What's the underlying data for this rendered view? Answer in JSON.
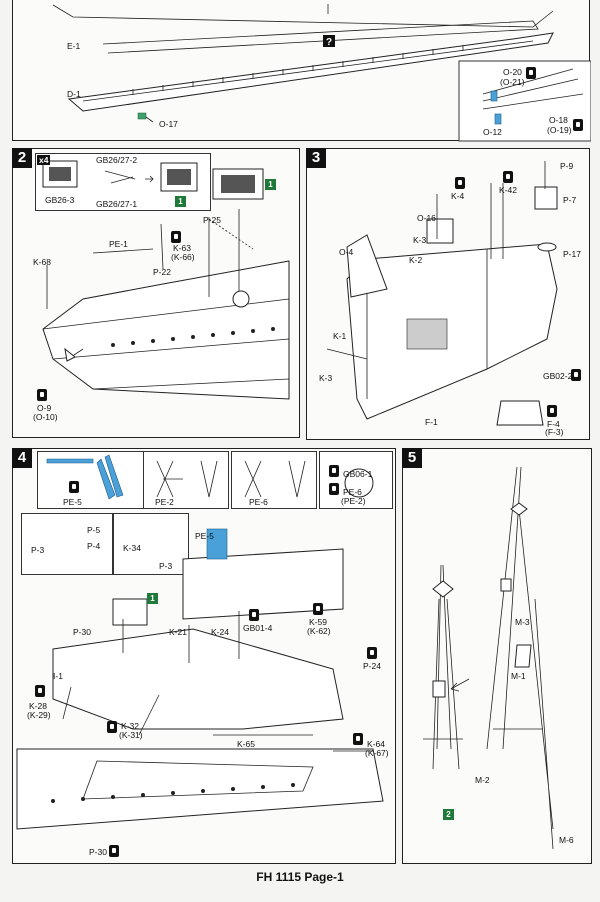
{
  "footer": "FH 1115 Page-1",
  "step1": {
    "labels": [
      "E-1",
      "D-1",
      "O-17",
      "O-20",
      "(O-21)",
      "O-18",
      "(O-19)",
      "O-12"
    ]
  },
  "step2": {
    "number": "2",
    "multiplier": "x4",
    "badge": "1",
    "labels": [
      "GB26/27-2",
      "GB26-3",
      "GB26/27-1",
      "P-25",
      "PE-1",
      "K-63",
      "(K-66)",
      "K-68",
      "P-22",
      "O-9",
      "(O-10)"
    ]
  },
  "step3": {
    "number": "3",
    "labels": [
      "P-9",
      "P-7",
      "P-17",
      "K-4",
      "K-42",
      "O-16",
      "K-3",
      "K-2",
      "O-4",
      "K-1",
      "K-3",
      "GB02-2",
      "F-4",
      "(F-3)",
      "F-1"
    ]
  },
  "step4": {
    "number": "4",
    "badge": "1",
    "labels": [
      "PE-5",
      "PE-2",
      "PE-6",
      "GB06-1",
      "PE-6",
      "(PE-2)",
      "P-5",
      "P-4",
      "P-3",
      "K-34",
      "P-3",
      "PE-5",
      "P-30",
      "K-21",
      "K-24",
      "GB01-4",
      "K-59",
      "(K-62)",
      "P-24",
      "I-1",
      "K-28",
      "(K-29)",
      "K-32",
      "(K-31)",
      "K-65",
      "K-64",
      "(K-67)",
      "P-30"
    ]
  },
  "step5": {
    "number": "5",
    "badge": "2",
    "labels": [
      "M-3",
      "M-1",
      "M-2",
      "M-6"
    ]
  }
}
